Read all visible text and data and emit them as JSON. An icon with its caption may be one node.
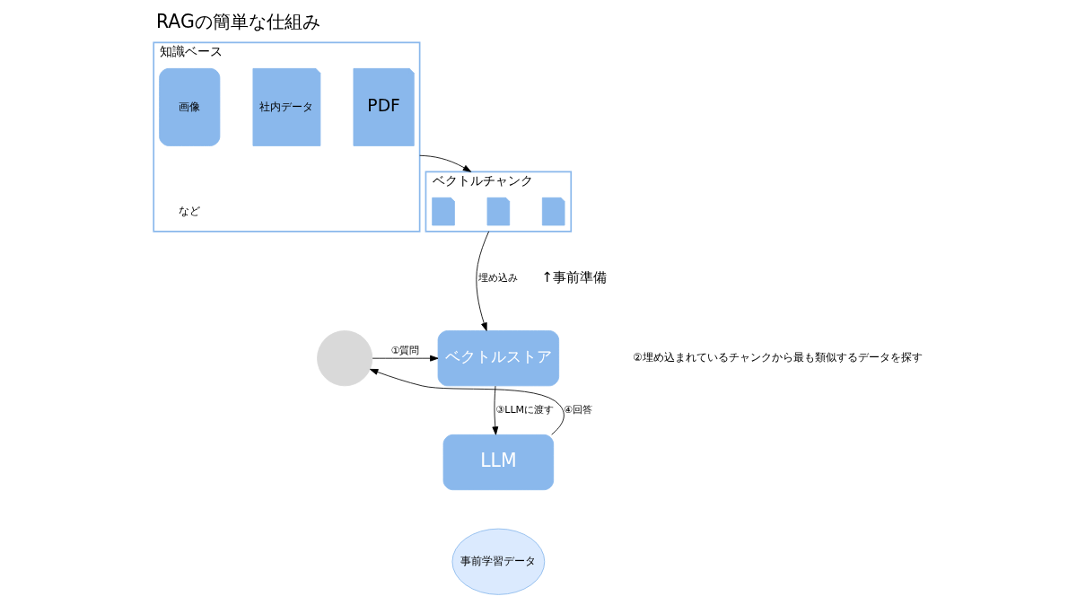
{
  "diagram": {
    "title": "RAGの簡単な仕組み",
    "nodes": [
      {
        "text": [
          "知識ベース"
        ]
      },
      {
        "text": [
          "PDF"
        ],
        "in": 0
      },
      {
        "text": [
          "社内データ"
        ],
        "in": 0
      },
      {
        "text": [
          "画像"
        ],
        "in": 0
      },
      {
        "text": [
          "ベクトルチャンク"
        ]
      },
      {
        "text": [],
        "shape": "box",
        "in": 4
      },
      {
        "text": [],
        "shape": "box",
        "in": 4
      },
      {
        "text": [],
        "shape": "box",
        "in": 4
      },
      {
        "text": [
          "ベクトルストア"
        ]
      },
      {
        "text": [
          "LLM"
        ]
      },
      {
        "text": [],
        "shape": "person"
      },
      {
        "text": [
          "事前学習データ"
        ]
      }
    ],
    "edges": [
      {
        "from": 0,
        "to": 4,
        "arrow": "to"
      },
      {
        "from": 4,
        "to": 8,
        "arrow": "to",
        "label": "埋め込み"
      },
      {
        "from": 10,
        "to": 8,
        "arrow": "to",
        "label": "①質問"
      },
      {
        "from": 8,
        "to": 9,
        "arrow": "to",
        "label": "③LLMに渡す"
      },
      {
        "from": 9,
        "to": 10,
        "arrow": "to",
        "label": "④回答"
      }
    ],
    "labels": [
      "など",
      "↑事前準備",
      "②埋め込まれているチャンクから最も類似するデータを探す"
    ]
  }
}
